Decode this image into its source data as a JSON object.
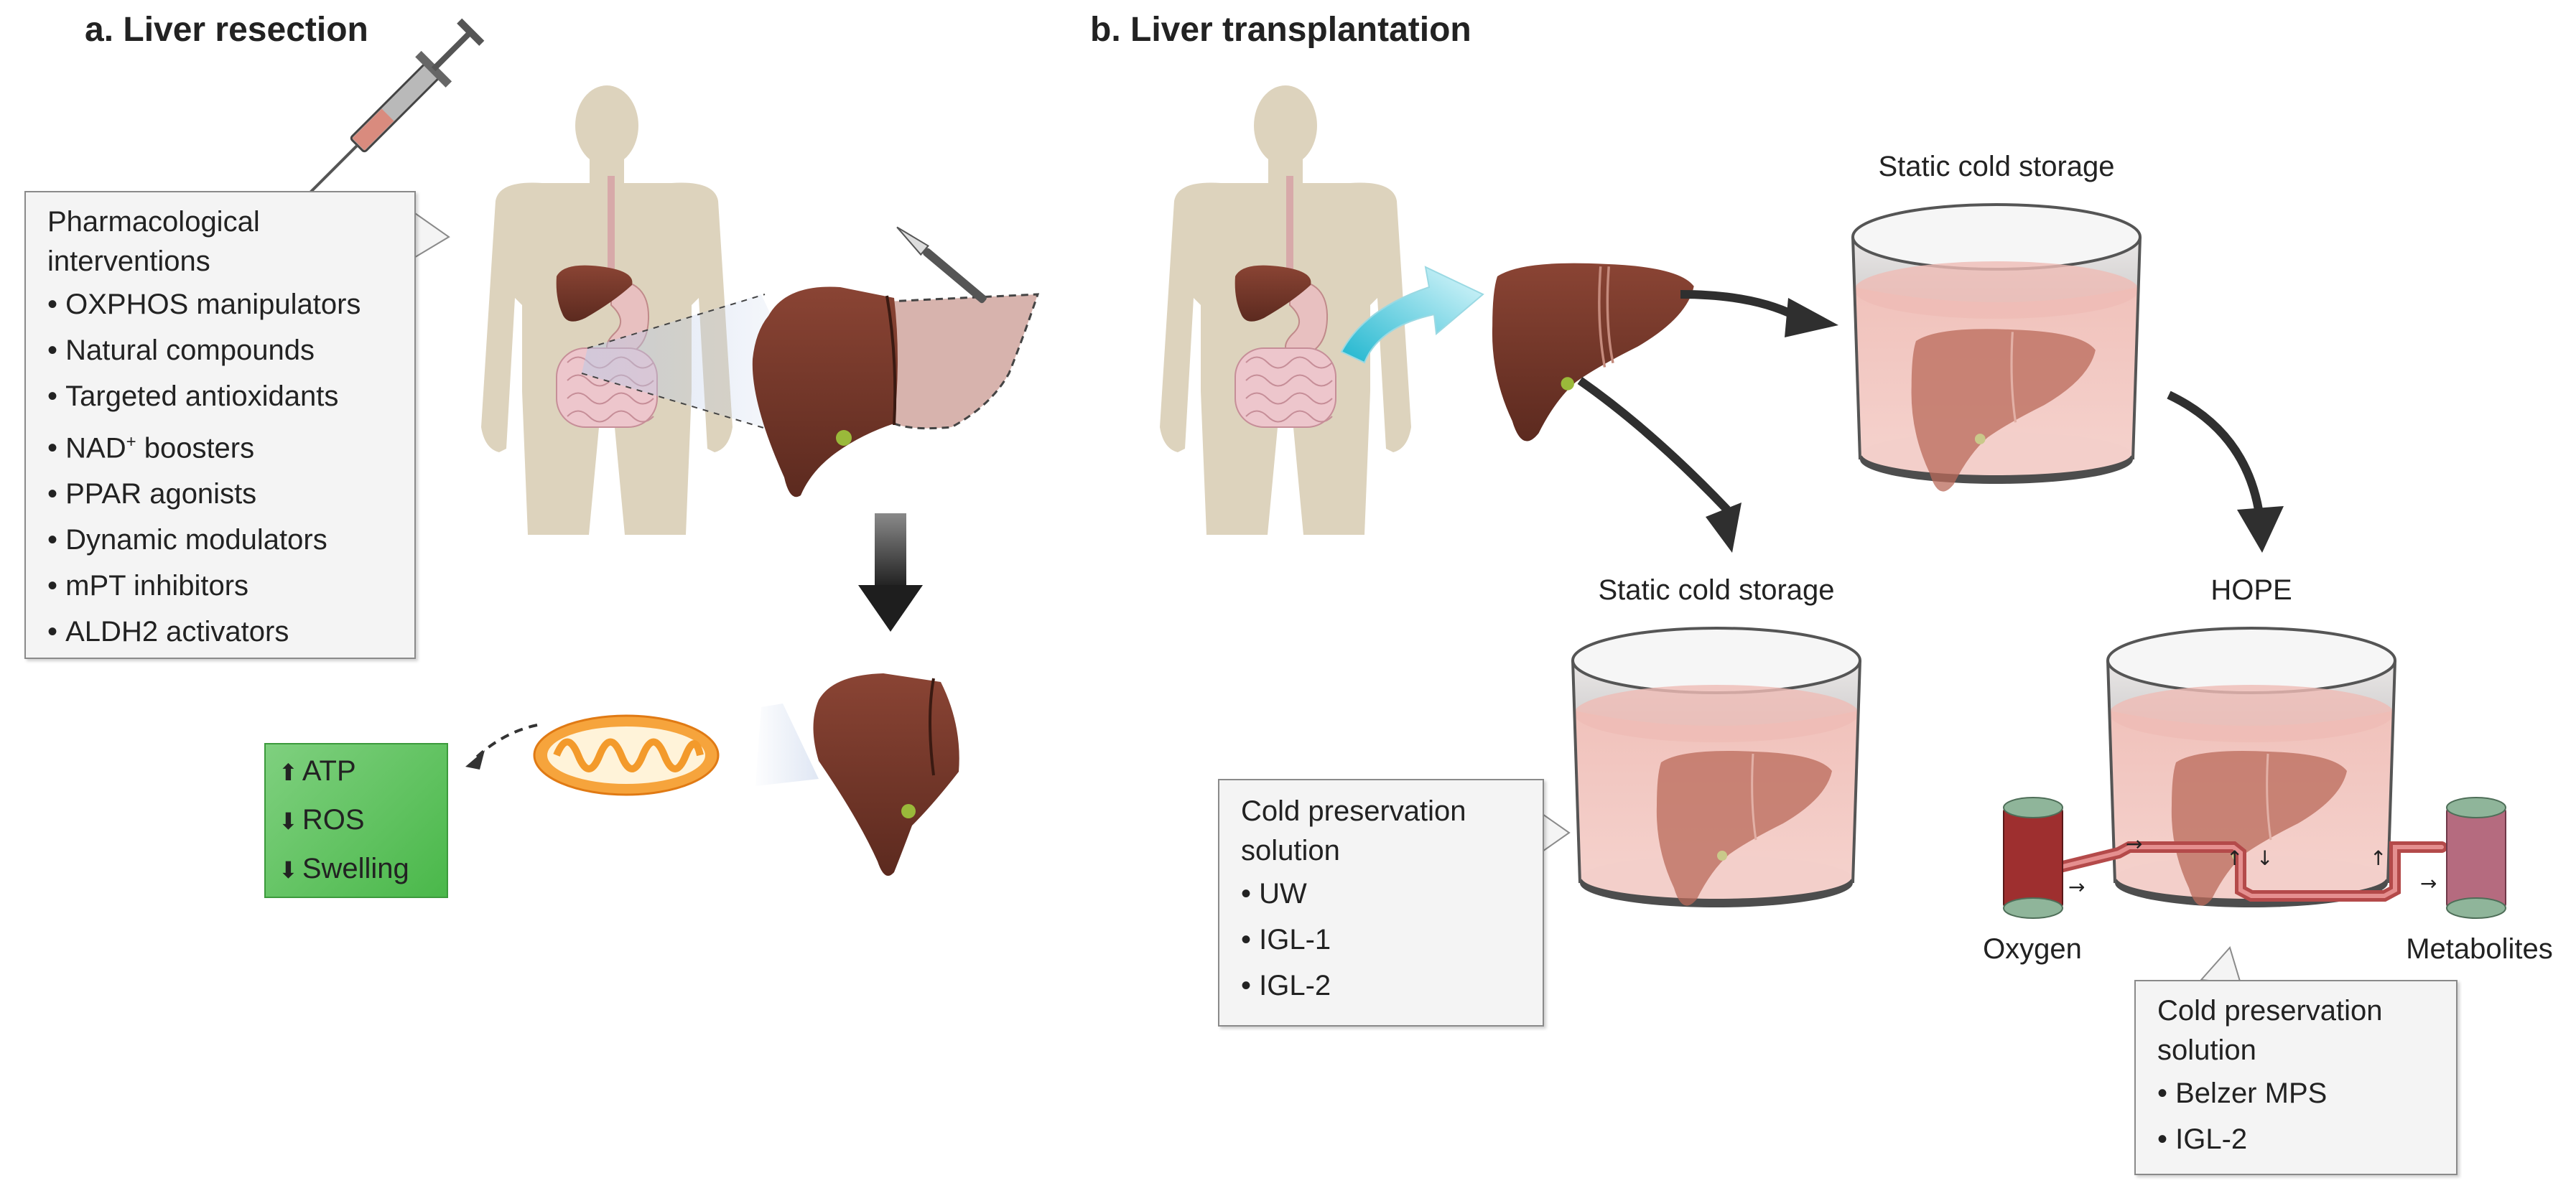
{
  "panel_a": {
    "title": "a. Liver resection",
    "callout": {
      "heading_line1": "Pharmacological",
      "heading_line2": "interventions",
      "items": [
        "OXPHOS manipulators",
        "Natural compounds",
        "Targeted antioxidants",
        "NAD",
        "PPAR agonists",
        "Dynamic modulators",
        "mPT inhibitors",
        "ALDH2 activators"
      ],
      "nad_superscript": "+",
      "nad_suffix": " boosters"
    },
    "effects": {
      "items": [
        {
          "direction": "up",
          "label": "ATP"
        },
        {
          "direction": "down",
          "label": "ROS"
        },
        {
          "direction": "down",
          "label": "Swelling"
        }
      ],
      "arrow_up": "⬆",
      "arrow_down": "⬇"
    }
  },
  "panel_b": {
    "title": "b. Liver transplantation",
    "static_cold_storage_top": "Static cold storage",
    "static_cold_storage_bottom": "Static cold storage",
    "hope": "HOPE",
    "oxygen": "Oxygen",
    "metabolites": "Metabolites",
    "callout_left": {
      "heading_line1": "Cold preservation",
      "heading_line2": "solution",
      "items": [
        "UW",
        "IGL-1",
        "IGL-2"
      ]
    },
    "callout_right": {
      "heading_line1": "Cold preservation",
      "heading_line2": "solution",
      "items": [
        "Belzer MPS",
        "IGL-2"
      ]
    }
  },
  "colors": {
    "body": "#ddd3bd",
    "liver": "#7a3a2b",
    "liver_resected": "#d7b3ad",
    "fluid": "#f1c3bd",
    "container_rim": "#dcdcdc",
    "mitochondria": "#f6a43c",
    "effects_box": "#5cc05c",
    "flow_arrow": "#3a3a3a",
    "transfer_arrow": "#5fd8e8"
  },
  "icons": [
    "syringe-icon",
    "scalpel-icon",
    "human-body-icon",
    "liver-icon",
    "mitochondrion-icon",
    "container-icon",
    "oxygen-cylinder-icon",
    "metabolite-cylinder-icon"
  ]
}
